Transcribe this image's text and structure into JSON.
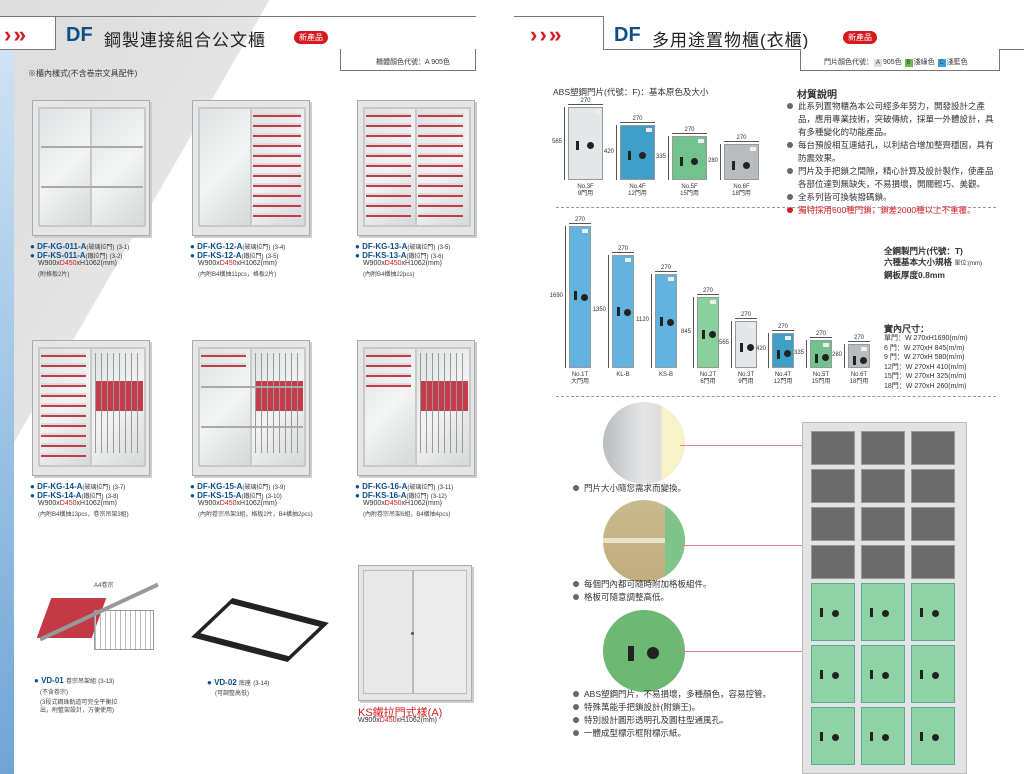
{
  "left": {
    "title_prefix": "DF",
    "title": "鋼製連接組合公文櫃",
    "new_badge": "新產品",
    "color_code": "櫃體顏色代號：A 905色",
    "note": "※櫃內樣式(不含卷宗文具配件)",
    "products": [
      {
        "kg": "DF-KG-011-A",
        "kg_type": "(玻璃拉門)",
        "kg_ref": "(3-1)",
        "ks": "DF-KS-011-A",
        "ks_type": "(鐵拉門)",
        "ks_ref": "(3-2)",
        "dim_w": "W900x",
        "dim_d": "D450",
        "dim_h": "xH1062(mm)",
        "note": "(附格板2片)",
        "drawers": 0,
        "shelves": 2,
        "basket": false
      },
      {
        "kg": "DF-KG-12-A",
        "kg_type": "(玻璃拉門)",
        "kg_ref": "(3-4)",
        "ks": "DF-KS-12-A",
        "ks_type": "(鐵拉門)",
        "ks_ref": "(3-5)",
        "dim_w": "W900x",
        "dim_d": "D450",
        "dim_h": "xH1062(mm)",
        "note": "(內附B4橫抽11pcs，格板2片)",
        "drawers": 11,
        "shelves": 0,
        "basket": false
      },
      {
        "kg": "DF-KG-13-A",
        "kg_type": "(玻璃拉門)",
        "kg_ref": "(3-5)",
        "ks": "DF-KS-13-A",
        "ks_type": "(鐵拉門)",
        "ks_ref": "(3-6)",
        "dim_w": "W900x",
        "dim_d": "D450",
        "dim_h": "xH1062(mm)",
        "note": "(內附B4橫抽22pcs)",
        "drawers": 22,
        "shelves": 0,
        "basket": false
      },
      {
        "kg": "DF-KG-14-A",
        "kg_type": "(玻璃拉門)",
        "kg_ref": "(3-7)",
        "ks": "DF-KS-14-A",
        "ks_type": "(鐵拉門)",
        "ks_ref": "(3-8)",
        "dim_w": "W900x",
        "dim_d": "D450",
        "dim_h": "xH1062(mm)",
        "note": "(內附B4橫抽13pcs，卷宗吊架3組)",
        "drawers": 13,
        "shelves": 0,
        "basket": true
      },
      {
        "kg": "DF-KG-15-A",
        "kg_type": "(玻璃拉門)",
        "kg_ref": "(3-9)",
        "ks": "DF-KS-15-A",
        "ks_type": "(鐵拉門)",
        "ks_ref": "(3-10)",
        "dim_w": "W900x",
        "dim_d": "D450",
        "dim_h": "xH1062(mm)",
        "note": "(內附卷宗吊架3組，格板2片，B4橫抽2pcs)",
        "drawers": 2,
        "shelves": 2,
        "basket": true
      },
      {
        "kg": "DF-KG-16-A",
        "kg_type": "(玻璃拉門)",
        "kg_ref": "(3-11)",
        "ks": "DF-KS-16-A",
        "ks_type": "(鐵拉門)",
        "ks_ref": "(3-12)",
        "dim_w": "W900x",
        "dim_d": "D450",
        "dim_h": "xH1062(mm)",
        "note": "(內附卷宗吊架6組，B4橫抽4pcs)",
        "drawers": 4,
        "shelves": 0,
        "basket": true
      }
    ],
    "vd01": {
      "code": "VD-01",
      "name": "卷宗吊架組",
      "ref": "(3-13)",
      "note1": "(不含卷宗)",
      "note2": "(3段式鋼珠軌道可完全平衡拉",
      "note3": "出，附籃架設計，方便使用)",
      "a4": "A4卷宗"
    },
    "vd02": {
      "code": "VD-02",
      "name": "底座",
      "ref": "(3-14)",
      "note1": "(可調整高低)"
    },
    "ks": {
      "title": "KS鐵拉門式樣(A)",
      "dim_w": "W900x",
      "dim_d": "D450",
      "dim_h": "xH1062(mm)"
    }
  },
  "right": {
    "title_prefix": "DF",
    "title": "多用途置物櫃(衣櫃)",
    "new_badge": "新產品",
    "color_code_label": "門片顏色代號：",
    "colors": [
      {
        "key": "A",
        "label": "905色",
        "hex": "#dddddd"
      },
      {
        "key": "B",
        "label": "淺綠色",
        "hex": "#6cc04a"
      },
      {
        "key": "C",
        "label": "淺藍色",
        "hex": "#3aa0e0"
      }
    ],
    "abs_title": "ABS塑鋼門片(代號：F)：基本原色及大小",
    "abs_doors": [
      {
        "name": "No.3F",
        "use": "9門用",
        "w": 270,
        "h": 565,
        "color": "#e4e7e8"
      },
      {
        "name": "No.4F",
        "use": "12門用",
        "w": 270,
        "h": 420,
        "color": "#3e9fc9"
      },
      {
        "name": "No.5F",
        "use": "15門用",
        "w": 270,
        "h": 335,
        "color": "#72c28d"
      },
      {
        "name": "No.6F",
        "use": "18門用",
        "w": 270,
        "h": 280,
        "color": "#b9bcbf"
      }
    ],
    "material_title": "材質說明",
    "material": [
      {
        "text": "此系列置物櫃為本公司經多年努力，開發設計之產品，應用專業技術，突破傳統，採單一外體設計，具有多種變化的功能產品。",
        "red": false
      },
      {
        "text": "每台預設相互連結孔，以利結合增加整齊穩固，具有防震效果。",
        "red": false
      },
      {
        "text": "門片及手把鎖之間隙，精心計算及設計製作，使產品各部位達到無缺失，不易損壞，開關輕巧、美觀。",
        "red": false
      },
      {
        "text": "全系列皆可換裝撥碼鎖。",
        "red": false
      },
      {
        "text": "獨特採用600種門鎖，鎖差2000種以上不重覆。",
        "red": true
      }
    ],
    "steel_doors": [
      {
        "name": "No.1T",
        "use": "大門用",
        "w": 270,
        "h": 1690,
        "color": "#62b3df"
      },
      {
        "name": "KL-B",
        "use": "",
        "w": 270,
        "h": 1350,
        "color": "#62b3df"
      },
      {
        "name": "KS-B",
        "use": "",
        "w": 270,
        "h": 1120,
        "color": "#62b3df"
      },
      {
        "name": "No.2T",
        "use": "6門用",
        "w": 270,
        "h": 845,
        "color": "#88d19c"
      },
      {
        "name": "No.3T",
        "use": "9門用",
        "w": 270,
        "h": 565,
        "color": "#e4e7e8"
      },
      {
        "name": "No.4T",
        "use": "12門用",
        "w": 270,
        "h": 420,
        "color": "#3e9fc9"
      },
      {
        "name": "No.5T",
        "use": "15門用",
        "w": 270,
        "h": 335,
        "color": "#72c28d"
      },
      {
        "name": "No.6T",
        "use": "18門用",
        "w": 270,
        "h": 280,
        "color": "#b9bcbf"
      }
    ],
    "steel_title1": "全鋼製門片(代號：T)",
    "steel_title2": "六種基本大小規格",
    "steel_unit": "單位:(mm)",
    "steel_title3": "鋼板厚度0.8mm",
    "inner_title": "實內尺寸：",
    "inner": [
      "單門：W 270xH1690(m/m)",
      "6 門：W 270xH 845(m/m)",
      "9 門：W 270xH 580(m/m)",
      "12門：W 270xH 410(m/m)",
      "15門：W 270xH 325(m/m)",
      "18門：W 270xH 260(m/m)"
    ],
    "feature1": [
      "門片大小隨您需求而變換。"
    ],
    "feature2": [
      "每個門內都可隨時附加格板組件。",
      "格板可隨意調整高低。"
    ],
    "feature3": [
      "ABS塑鋼門片，不易損壞，多種顏色，容易控管。",
      "特殊萬能手把鎖設計(附鎖王)。",
      "特別設計圓形透明孔及圓柱型通風孔。",
      "一體成型標示框附標示紙。"
    ]
  }
}
